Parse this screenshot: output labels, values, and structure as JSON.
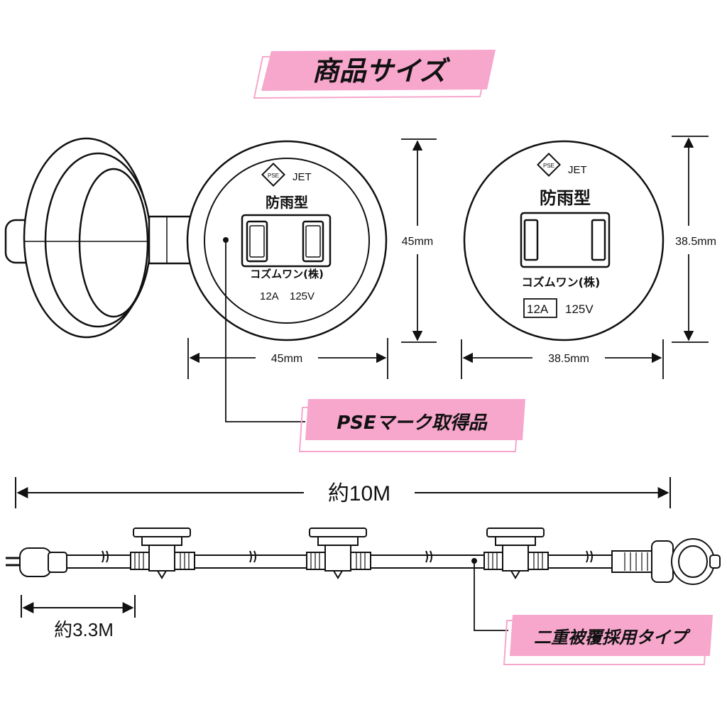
{
  "title": "商品サイズ",
  "colors": {
    "accent_pink": "#f7a6cc",
    "accent_pink_light": "#f8c3dc",
    "outline": "#222222"
  },
  "outlet_left": {
    "pse_mark": "PSE",
    "jet": "JET",
    "type": "防雨型",
    "maker": "コズムワン(株)",
    "amp": "12A",
    "volt": "125V"
  },
  "outlet_right": {
    "pse_mark": "PSE",
    "jet": "JET",
    "type": "防雨型",
    "maker": "コズムワン(株)",
    "amp": "12A",
    "volt": "125V"
  },
  "dimensions": {
    "left_height": "45mm",
    "left_width": "45mm",
    "right_height": "38.5mm",
    "right_width": "38.5mm",
    "total_length": "約10M",
    "plug_length": "約3.3M"
  },
  "callouts": {
    "pse": "PSEマーク取得品",
    "cable": "二重被覆採用タイプ"
  },
  "icons": [
    "pse-diamond-icon",
    "plug-icon",
    "outlet-icon",
    "cap-icon"
  ]
}
